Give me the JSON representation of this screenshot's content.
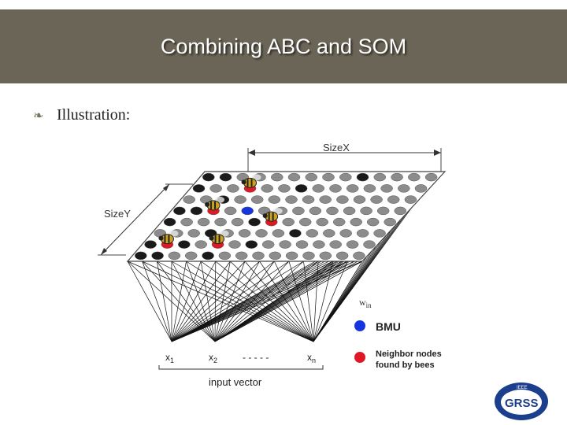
{
  "slide": {
    "title": "Combining ABC and SOM",
    "bullet_text": "Illustration:",
    "bullet_icon": "curl-bullet-icon"
  },
  "diagram": {
    "size_x_label": "SizeX",
    "size_y_label": "SizeY",
    "weight_label": "win",
    "input_vector_label": "input vector",
    "inputs": [
      "x1",
      "x2",
      "xn"
    ],
    "input_ellipsis": "- - - - -",
    "legend": [
      {
        "label": "BMU",
        "color": "#1535e0"
      },
      {
        "label_line1": "Neighbor nodes",
        "label_line2": "found by bees",
        "color": "#e01825"
      }
    ],
    "grid_colors": {
      "node": "#8c8c8c",
      "dark_node": "#1a1a1a",
      "bmu": "#1535e0",
      "neighbor": "#e01825"
    }
  },
  "logo": {
    "text": "GRSS",
    "ring_text": "IEEE",
    "colors": {
      "ring": "#1b3f8c",
      "fill": "#ffffff"
    }
  }
}
